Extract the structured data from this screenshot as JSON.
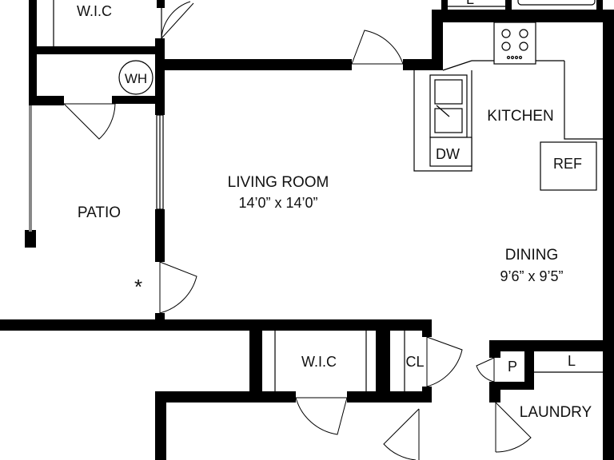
{
  "rooms": {
    "wic_top": "W.I.C",
    "water_heater": "WH",
    "patio": "PATIO",
    "living_room": "LIVING ROOM",
    "living_room_size": "14’0” x 14’0”",
    "kitchen": "KITCHEN",
    "dishwasher": "DW",
    "refrigerator": "REF",
    "dining": "DINING",
    "dining_size": "9’6” x 9’5”",
    "wic_bottom": "W.I.C",
    "closet": "CL",
    "pantry": "P",
    "laundry_shelf": "L",
    "laundry": "LAUNDRY",
    "top_shelf": "L",
    "asterisk": "*"
  },
  "colors": {
    "wall": "#000000",
    "fixture_stroke": "#000000",
    "background": "#ffffff"
  }
}
